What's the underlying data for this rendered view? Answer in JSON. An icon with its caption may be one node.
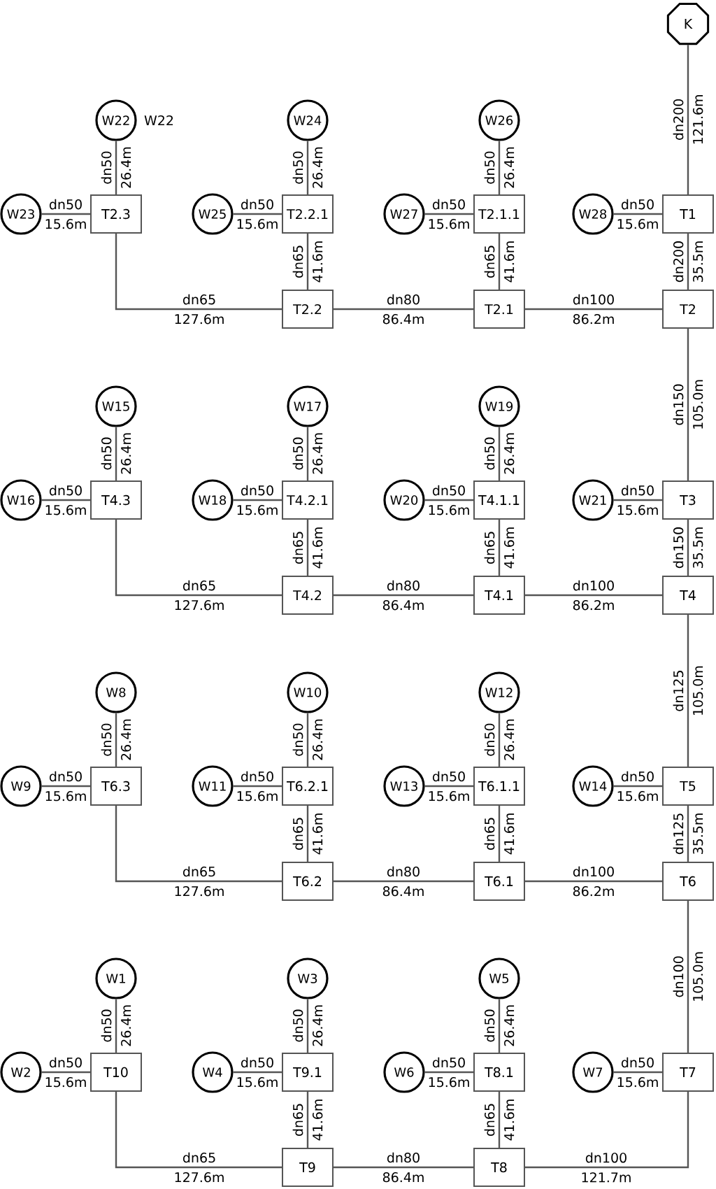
{
  "diagram": {
    "nodes": [
      {
        "text": [
          "K"
        ]
      },
      {
        "text": [
          "W22"
        ],
        "beside": [
          "W22"
        ]
      },
      {
        "text": [
          "W24"
        ]
      },
      {
        "text": [
          "W26"
        ]
      },
      {
        "text": [
          "W23"
        ]
      },
      {
        "text": [
          "T2.3"
        ]
      },
      {
        "text": [
          "W25"
        ]
      },
      {
        "text": [
          "T2.2.1"
        ]
      },
      {
        "text": [
          "W27"
        ]
      },
      {
        "text": [
          "T2.1.1"
        ]
      },
      {
        "text": [
          "W28"
        ]
      },
      {
        "text": [
          "T1"
        ]
      },
      {
        "text": [
          "T2.2"
        ]
      },
      {
        "text": [
          "T2.1"
        ]
      },
      {
        "text": [
          "T2"
        ]
      },
      {
        "text": [
          "W15"
        ]
      },
      {
        "text": [
          "W17"
        ]
      },
      {
        "text": [
          "W19"
        ]
      },
      {
        "text": [
          "W16"
        ]
      },
      {
        "text": [
          "T4.3"
        ]
      },
      {
        "text": [
          "W18"
        ]
      },
      {
        "text": [
          "T4.2.1"
        ]
      },
      {
        "text": [
          "W20"
        ]
      },
      {
        "text": [
          "T4.1.1"
        ]
      },
      {
        "text": [
          "W21"
        ]
      },
      {
        "text": [
          "T3"
        ]
      },
      {
        "text": [
          "T4.2"
        ]
      },
      {
        "text": [
          "T4.1"
        ]
      },
      {
        "text": [
          "T4"
        ]
      },
      {
        "text": [
          "W8"
        ]
      },
      {
        "text": [
          "W10"
        ]
      },
      {
        "text": [
          "W12"
        ]
      },
      {
        "text": [
          "W9"
        ]
      },
      {
        "text": [
          "T6.3"
        ]
      },
      {
        "text": [
          "W11"
        ]
      },
      {
        "text": [
          "T6.2.1"
        ]
      },
      {
        "text": [
          "W13"
        ]
      },
      {
        "text": [
          "T6.1.1"
        ]
      },
      {
        "text": [
          "W14"
        ]
      },
      {
        "text": [
          "T5"
        ]
      },
      {
        "text": [
          "T6.2"
        ]
      },
      {
        "text": [
          "T6.1"
        ]
      },
      {
        "text": [
          "T6"
        ]
      },
      {
        "text": [
          "W1"
        ]
      },
      {
        "text": [
          "W3"
        ]
      },
      {
        "text": [
          "W5"
        ]
      },
      {
        "text": [
          "W2"
        ]
      },
      {
        "text": [
          "T10"
        ]
      },
      {
        "text": [
          "W4"
        ]
      },
      {
        "text": [
          "T9.1"
        ]
      },
      {
        "text": [
          "W6"
        ]
      },
      {
        "text": [
          "T8.1"
        ]
      },
      {
        "text": [
          "W7"
        ]
      },
      {
        "text": [
          "T7"
        ]
      },
      {
        "text": [
          "T9"
        ]
      },
      {
        "text": [
          "T8"
        ]
      }
    ],
    "edges": [
      {
        "from": 0,
        "to": 11,
        "arrow": "none",
        "label": "dn200 121.6m"
      },
      {
        "from": 5,
        "to": 1,
        "arrow": "none",
        "label": "dn50 26.4m"
      },
      {
        "from": 7,
        "to": 2,
        "arrow": "none",
        "label": "dn50 26.4m"
      },
      {
        "from": 9,
        "to": 3,
        "arrow": "none",
        "label": "dn50 26.4m"
      },
      {
        "from": 5,
        "to": 4,
        "arrow": "none",
        "label": "dn50 15.6m"
      },
      {
        "from": 7,
        "to": 6,
        "arrow": "none",
        "label": "dn50 15.6m"
      },
      {
        "from": 9,
        "to": 8,
        "arrow": "none",
        "label": "dn50 15.6m"
      },
      {
        "from": 11,
        "to": 10,
        "arrow": "none",
        "label": "dn50 15.6m"
      },
      {
        "from": 12,
        "to": 7,
        "arrow": "none",
        "label": "dn65 41.6m"
      },
      {
        "from": 13,
        "to": 9,
        "arrow": "none",
        "label": "dn65 41.6m"
      },
      {
        "from": 11,
        "to": 14,
        "arrow": "none",
        "label": "dn200 35.5m"
      },
      {
        "from": 12,
        "to": 5,
        "arrow": "none",
        "label": "dn65 127.6m"
      },
      {
        "from": 13,
        "to": 12,
        "arrow": "none",
        "label": "dn80 86.4m"
      },
      {
        "from": 14,
        "to": 13,
        "arrow": "none",
        "label": "dn100 86.2m"
      },
      {
        "from": 14,
        "to": 25,
        "arrow": "none",
        "label": "dn150 105.0m"
      },
      {
        "from": 19,
        "to": 15,
        "arrow": "none",
        "label": "dn50 26.4m"
      },
      {
        "from": 21,
        "to": 16,
        "arrow": "none",
        "label": "dn50 26.4m"
      },
      {
        "from": 23,
        "to": 17,
        "arrow": "none",
        "label": "dn50 26.4m"
      },
      {
        "from": 19,
        "to": 18,
        "arrow": "none",
        "label": "dn50 15.6m"
      },
      {
        "from": 21,
        "to": 20,
        "arrow": "none",
        "label": "dn50 15.6m"
      },
      {
        "from": 23,
        "to": 22,
        "arrow": "none",
        "label": "dn50 15.6m"
      },
      {
        "from": 25,
        "to": 24,
        "arrow": "none",
        "label": "dn50 15.6m"
      },
      {
        "from": 26,
        "to": 21,
        "arrow": "none",
        "label": "dn65 41.6m"
      },
      {
        "from": 27,
        "to": 23,
        "arrow": "none",
        "label": "dn65 41.6m"
      },
      {
        "from": 25,
        "to": 28,
        "arrow": "none",
        "label": "dn150 35.5m"
      },
      {
        "from": 26,
        "to": 19,
        "arrow": "none",
        "label": "dn65 127.6m"
      },
      {
        "from": 27,
        "to": 26,
        "arrow": "none",
        "label": "dn80 86.4m"
      },
      {
        "from": 28,
        "to": 27,
        "arrow": "none",
        "label": "dn100 86.2m"
      },
      {
        "from": 28,
        "to": 39,
        "arrow": "none",
        "label": "dn125 105.0m"
      },
      {
        "from": 33,
        "to": 29,
        "arrow": "none",
        "label": "dn50 26.4m"
      },
      {
        "from": 35,
        "to": 30,
        "arrow": "none",
        "label": "dn50 26.4m"
      },
      {
        "from": 37,
        "to": 31,
        "arrow": "none",
        "label": "dn50 26.4m"
      },
      {
        "from": 33,
        "to": 32,
        "arrow": "none",
        "label": "dn50 15.6m"
      },
      {
        "from": 35,
        "to": 34,
        "arrow": "none",
        "label": "dn50 15.6m"
      },
      {
        "from": 37,
        "to": 36,
        "arrow": "none",
        "label": "dn50 15.6m"
      },
      {
        "from": 39,
        "to": 38,
        "arrow": "none",
        "label": "dn50 15.6m"
      },
      {
        "from": 40,
        "to": 35,
        "arrow": "none",
        "label": "dn65 41.6m"
      },
      {
        "from": 41,
        "to": 37,
        "arrow": "none",
        "label": "dn65 41.6m"
      },
      {
        "from": 39,
        "to": 42,
        "arrow": "none",
        "label": "dn125 35.5m"
      },
      {
        "from": 40,
        "to": 33,
        "arrow": "none",
        "label": "dn65 127.6m"
      },
      {
        "from": 41,
        "to": 40,
        "arrow": "none",
        "label": "dn80 86.4m"
      },
      {
        "from": 42,
        "to": 41,
        "arrow": "none",
        "label": "dn100 86.2m"
      },
      {
        "from": 42,
        "to": 53,
        "arrow": "none",
        "label": "dn100 105.0m"
      },
      {
        "from": 47,
        "to": 43,
        "arrow": "none",
        "label": "dn50 26.4m"
      },
      {
        "from": 49,
        "to": 44,
        "arrow": "none",
        "label": "dn50 26.4m"
      },
      {
        "from": 51,
        "to": 45,
        "arrow": "none",
        "label": "dn50 26.4m"
      },
      {
        "from": 47,
        "to": 46,
        "arrow": "none",
        "label": "dn50 15.6m"
      },
      {
        "from": 49,
        "to": 48,
        "arrow": "none",
        "label": "dn50 15.6m"
      },
      {
        "from": 51,
        "to": 50,
        "arrow": "none",
        "label": "dn50 15.6m"
      },
      {
        "from": 53,
        "to": 52,
        "arrow": "none",
        "label": "dn50 15.6m"
      },
      {
        "from": 54,
        "to": 49,
        "arrow": "none",
        "label": "dn65 41.6m"
      },
      {
        "from": 55,
        "to": 51,
        "arrow": "none",
        "label": "dn65 41.6m"
      },
      {
        "from": 53,
        "to": 55,
        "arrow": "none",
        "label": "dn100 121.7m"
      },
      {
        "from": 54,
        "to": 47,
        "arrow": "none",
        "label": "dn65 127.6m"
      },
      {
        "from": 55,
        "to": 54,
        "arrow": "none",
        "label": "dn80 86.4m"
      }
    ]
  }
}
